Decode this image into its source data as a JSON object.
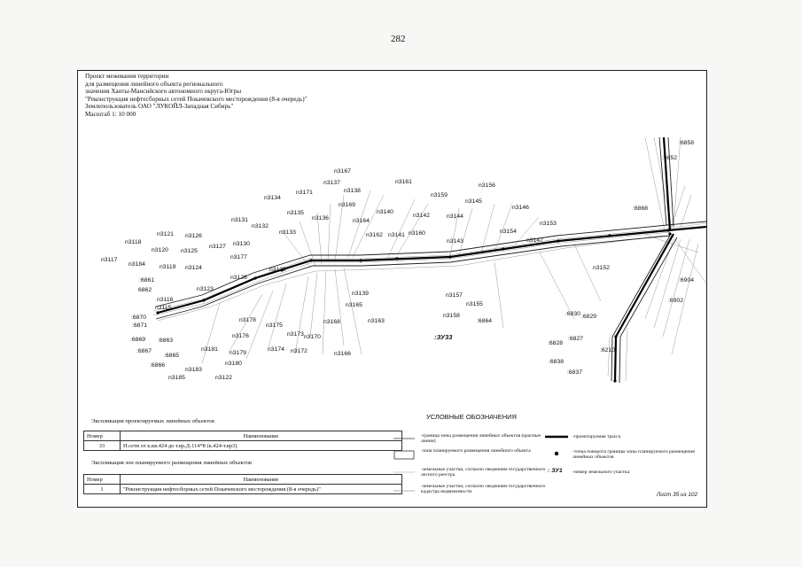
{
  "page_number": "282",
  "title_lines": [
    "Проект межевания территории",
    "для размещения линейного объекта регионального",
    "значения Ханты-Мансийского автономного округа-Югры",
    "\"Реконструкция нефтесборных сетей Покачевского месторождения (8-я очередь)\"",
    "Землепользователь ОАО \"ЛУКОЙЛ-Западная Сибирь\"",
    "Масштаб 1: 10 000"
  ],
  "map_labels": [
    {
      "t": "n3167"
    },
    {
      "t": "n3137"
    },
    {
      "t": "n3138"
    },
    {
      "t": "n3171"
    },
    {
      "t": "n3134"
    },
    {
      "t": "n3169"
    },
    {
      "t": "n3135"
    },
    {
      "t": "n3136"
    },
    {
      "t": "n3131"
    },
    {
      "t": "n3132"
    },
    {
      "t": "n3133"
    },
    {
      "t": "n3121"
    },
    {
      "t": "n3126"
    },
    {
      "t": "n3118"
    },
    {
      "t": "n3120"
    },
    {
      "t": "n3125"
    },
    {
      "t": "n3127"
    },
    {
      "t": "n3130"
    },
    {
      "t": "n3177"
    },
    {
      "t": "n3117"
    },
    {
      "t": "n3184"
    },
    {
      "t": "n3119"
    },
    {
      "t": "n3124"
    },
    {
      "t": "n3129"
    },
    {
      "t": "n3128"
    },
    {
      "t": "n3161"
    },
    {
      "t": "n3159"
    },
    {
      "t": "n3140"
    },
    {
      "t": "n3142"
    },
    {
      "t": "n3144"
    },
    {
      "t": "n3164"
    },
    {
      "t": "n3162"
    },
    {
      "t": "n3141"
    },
    {
      "t": "n3160"
    },
    {
      "t": "n3143"
    },
    {
      "t": "n3156"
    },
    {
      "t": "n3145"
    },
    {
      "t": "n3146"
    },
    {
      "t": "n3153"
    },
    {
      "t": "n3154"
    },
    {
      "t": "n3147"
    },
    {
      "t": "n3152"
    },
    {
      "t": "n3139"
    },
    {
      "t": "n3165"
    },
    {
      "t": "n3157"
    },
    {
      "t": "n3155"
    },
    {
      "t": "n3158"
    },
    {
      "t": "n3163"
    },
    {
      "t": ":6864"
    },
    {
      "t": ":6861"
    },
    {
      "t": "6862"
    },
    {
      "t": "n3123"
    },
    {
      "t": "n3116"
    },
    {
      "t": "n3115"
    },
    {
      "t": ":6870"
    },
    {
      "t": ":6871"
    },
    {
      "t": ":6869"
    },
    {
      "t": ":6863"
    },
    {
      "t": ":6867"
    },
    {
      "t": ":6865"
    },
    {
      "t": ":6866"
    },
    {
      "t": "n3181"
    },
    {
      "t": "n3179"
    },
    {
      "t": "n3180"
    },
    {
      "t": "n3183"
    },
    {
      "t": "n3185"
    },
    {
      "t": "n3122"
    },
    {
      "t": "n3178"
    },
    {
      "t": "n3176"
    },
    {
      "t": "n3175"
    },
    {
      "t": "n3174"
    },
    {
      "t": "n3173"
    },
    {
      "t": "n3170"
    },
    {
      "t": "n3172"
    },
    {
      "t": "n3168"
    },
    {
      "t": "n3166"
    },
    {
      "t": ":6858"
    },
    {
      "t": ":6852"
    },
    {
      "t": ":6868"
    },
    {
      "t": ":6904"
    },
    {
      "t": ":6902"
    },
    {
      "t": ":6830"
    },
    {
      "t": ":6829"
    },
    {
      "t": ":6828"
    },
    {
      "t": ":6827"
    },
    {
      "t": ":6838"
    },
    {
      "t": ":6837"
    },
    {
      "t": ":6210"
    }
  ],
  "zone_label": ":ЗУ33",
  "expl_objects_title": "Экспликация проектируемых линейных объектов",
  "expl_objects_headers": [
    "Номер",
    "Наименование"
  ],
  "expl_objects_rows": [
    [
      "33",
      "Н.сети от к.кв.424 до т.вр.Д-114*8 (к.424-т.вр3)"
    ]
  ],
  "expl_zones_title": "Экспликация зон планируемого размещения линейных объектов",
  "expl_zones_headers": [
    "Номер",
    "Наименование"
  ],
  "expl_zones_rows": [
    [
      "1",
      "\"Реконструкция нефтесборных сетей Покачевского месторождения (8-я очередь)\""
    ]
  ],
  "legend_title": "УСЛОВНЫЕ ОБОЗНАЧЕНИЯ",
  "legend_left": [
    "-граница зоны размещения линейных объектов (красные линии)",
    "-зона планируемого размещения линейного объекта",
    "-земельные участки, согласно сведениям государственного лесного реестра",
    "-земельные участки, согласно сведениям государственного кадастра недвижимости"
  ],
  "legend_right": [
    "-проектируемая трасса",
    "-точка поворота границы зоны планируемого размещения линейных объектов",
    "-номер земельного участка"
  ],
  "legend_zu_sample": ": ЗУ1",
  "sheet_number": "Лист 35 из 102"
}
